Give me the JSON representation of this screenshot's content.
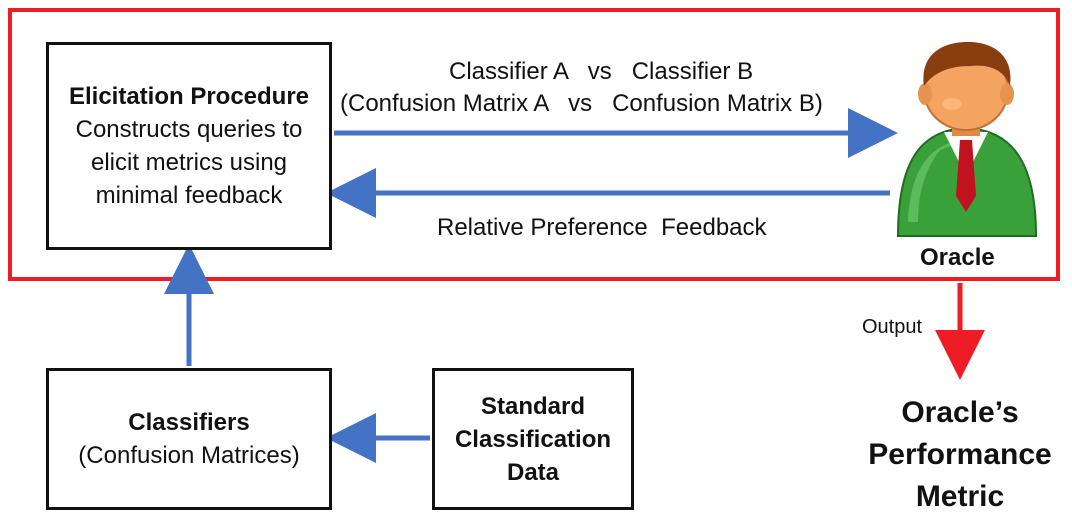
{
  "elicitation": {
    "title": "Elicitation Procedure",
    "line1": "Constructs queries to",
    "line2": "elicit metrics using",
    "line3": "minimal feedback"
  },
  "query": {
    "line1": "Classifier A   vs   Classifier B",
    "line2": "(Confusion Matrix A   vs   Confusion Matrix B)"
  },
  "feedback_label": "Relative Preference  Feedback",
  "oracle_label": "Oracle",
  "output_label": "Output",
  "metric": {
    "line1": "Oracle’s",
    "line2": "Performance",
    "line3": "Metric"
  },
  "classifiers": {
    "title": "Classifiers",
    "subtitle": "(Confusion Matrices)"
  },
  "data": {
    "line1": "Standard",
    "line2": "Classification",
    "line3": "Data"
  },
  "colors": {
    "frame": "#ee1c24",
    "arrow_blue": "#4472c4",
    "arrow_red": "#ee1c24",
    "oracle_suit": "#3aa13a",
    "oracle_tie": "#c1121f",
    "oracle_hair": "#8a3d0f",
    "oracle_skin": "#f4a460"
  }
}
